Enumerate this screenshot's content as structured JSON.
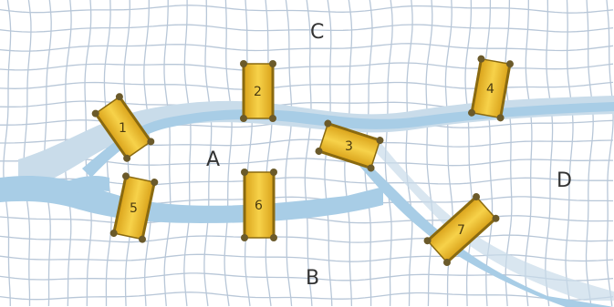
{
  "regions": {
    "A": "A",
    "B": "B",
    "C": "C",
    "D": "D"
  },
  "bridges": [
    "1",
    "2",
    "3",
    "4",
    "5",
    "6",
    "7"
  ],
  "colors": {
    "river": "#a8cde6",
    "river_edge": "#c9dcea",
    "grid": "#b8c7d8",
    "bridge_fill": "#f2c230",
    "bridge_dark": "#c38f10",
    "post": "#6b5a2a"
  }
}
